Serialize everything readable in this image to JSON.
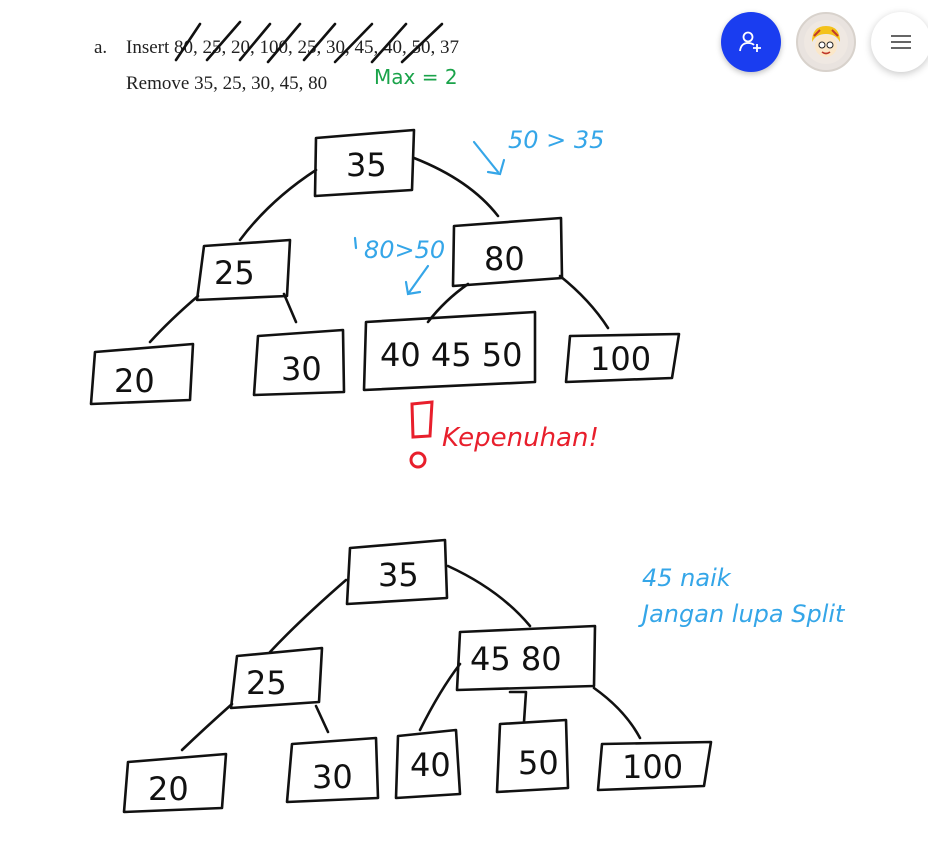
{
  "problem": {
    "item_label": "a.",
    "insert_label": "Insert",
    "insert_values": [
      "80",
      "25",
      "20",
      "100",
      "25",
      "30",
      "45",
      "40",
      "50",
      "37"
    ],
    "remove_line": "Remove 35, 25, 30, 45, 80",
    "max_note": "Max = 2"
  },
  "tree1": {
    "root": "35",
    "left": "25",
    "right": "80",
    "leaves": [
      "20",
      "30",
      "40 45 50",
      "100"
    ],
    "note_compare_1": "50 > 35",
    "note_compare_2": "80>50",
    "overflow_note": "Kepenuhan!"
  },
  "tree2": {
    "root": "35",
    "left": "25",
    "right": "45  80",
    "leaves": [
      "20",
      "30",
      "40",
      "50",
      "100"
    ],
    "note_line_1": "45 naik",
    "note_line_2": "Jangan lupa Split"
  },
  "toolbar": {
    "share_icon": "add-person-icon",
    "avatar_icon": "avatar",
    "menu_icon": "hamburger-menu-icon"
  },
  "colors": {
    "ink": "#111111",
    "blue_note": "#35a6e8",
    "green_note": "#1aa34a",
    "red_note": "#e81f2c",
    "share_button": "#1a3df0"
  }
}
